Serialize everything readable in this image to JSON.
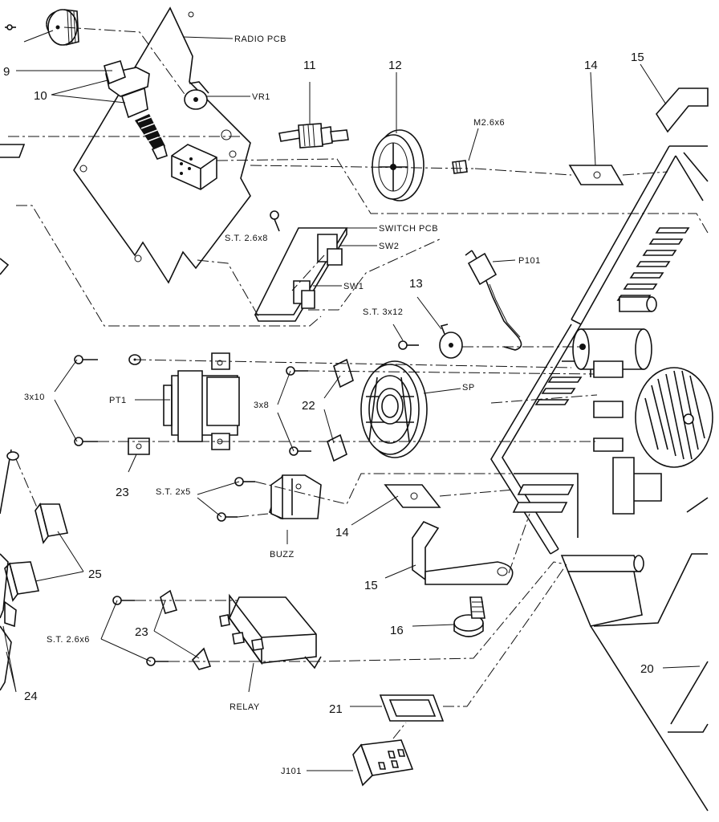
{
  "labels": {
    "radio_pcb": "RADIO PCB",
    "vr1": "VR1",
    "switch_pcb": "SWITCH PCB",
    "sw2": "SW2",
    "sw1": "SW1",
    "p101": "P101",
    "m26x6": "M2.6x6",
    "st26x8": "S.T. 2.6x8",
    "st3x12": "S.T.  3x12",
    "sp": "SP",
    "pt1": "PT1",
    "s3x10": "3x10",
    "s3x8": "3x8",
    "st2x5": "S.T. 2x5",
    "buzz": "BUZZ",
    "st26x6": "S.T. 2.6x6",
    "relay": "RELAY",
    "j101": "J101"
  },
  "numbers": {
    "n9": "9",
    "n10": "10",
    "n11": "11",
    "n12": "12",
    "n13": "13",
    "n14a": "14",
    "n14b": "14",
    "n15a": "15",
    "n15b": "15",
    "n16": "16",
    "n20": "20",
    "n21": "21",
    "n22": "22",
    "n23a": "23",
    "n23b": "23",
    "n24": "24",
    "n25": "25"
  }
}
